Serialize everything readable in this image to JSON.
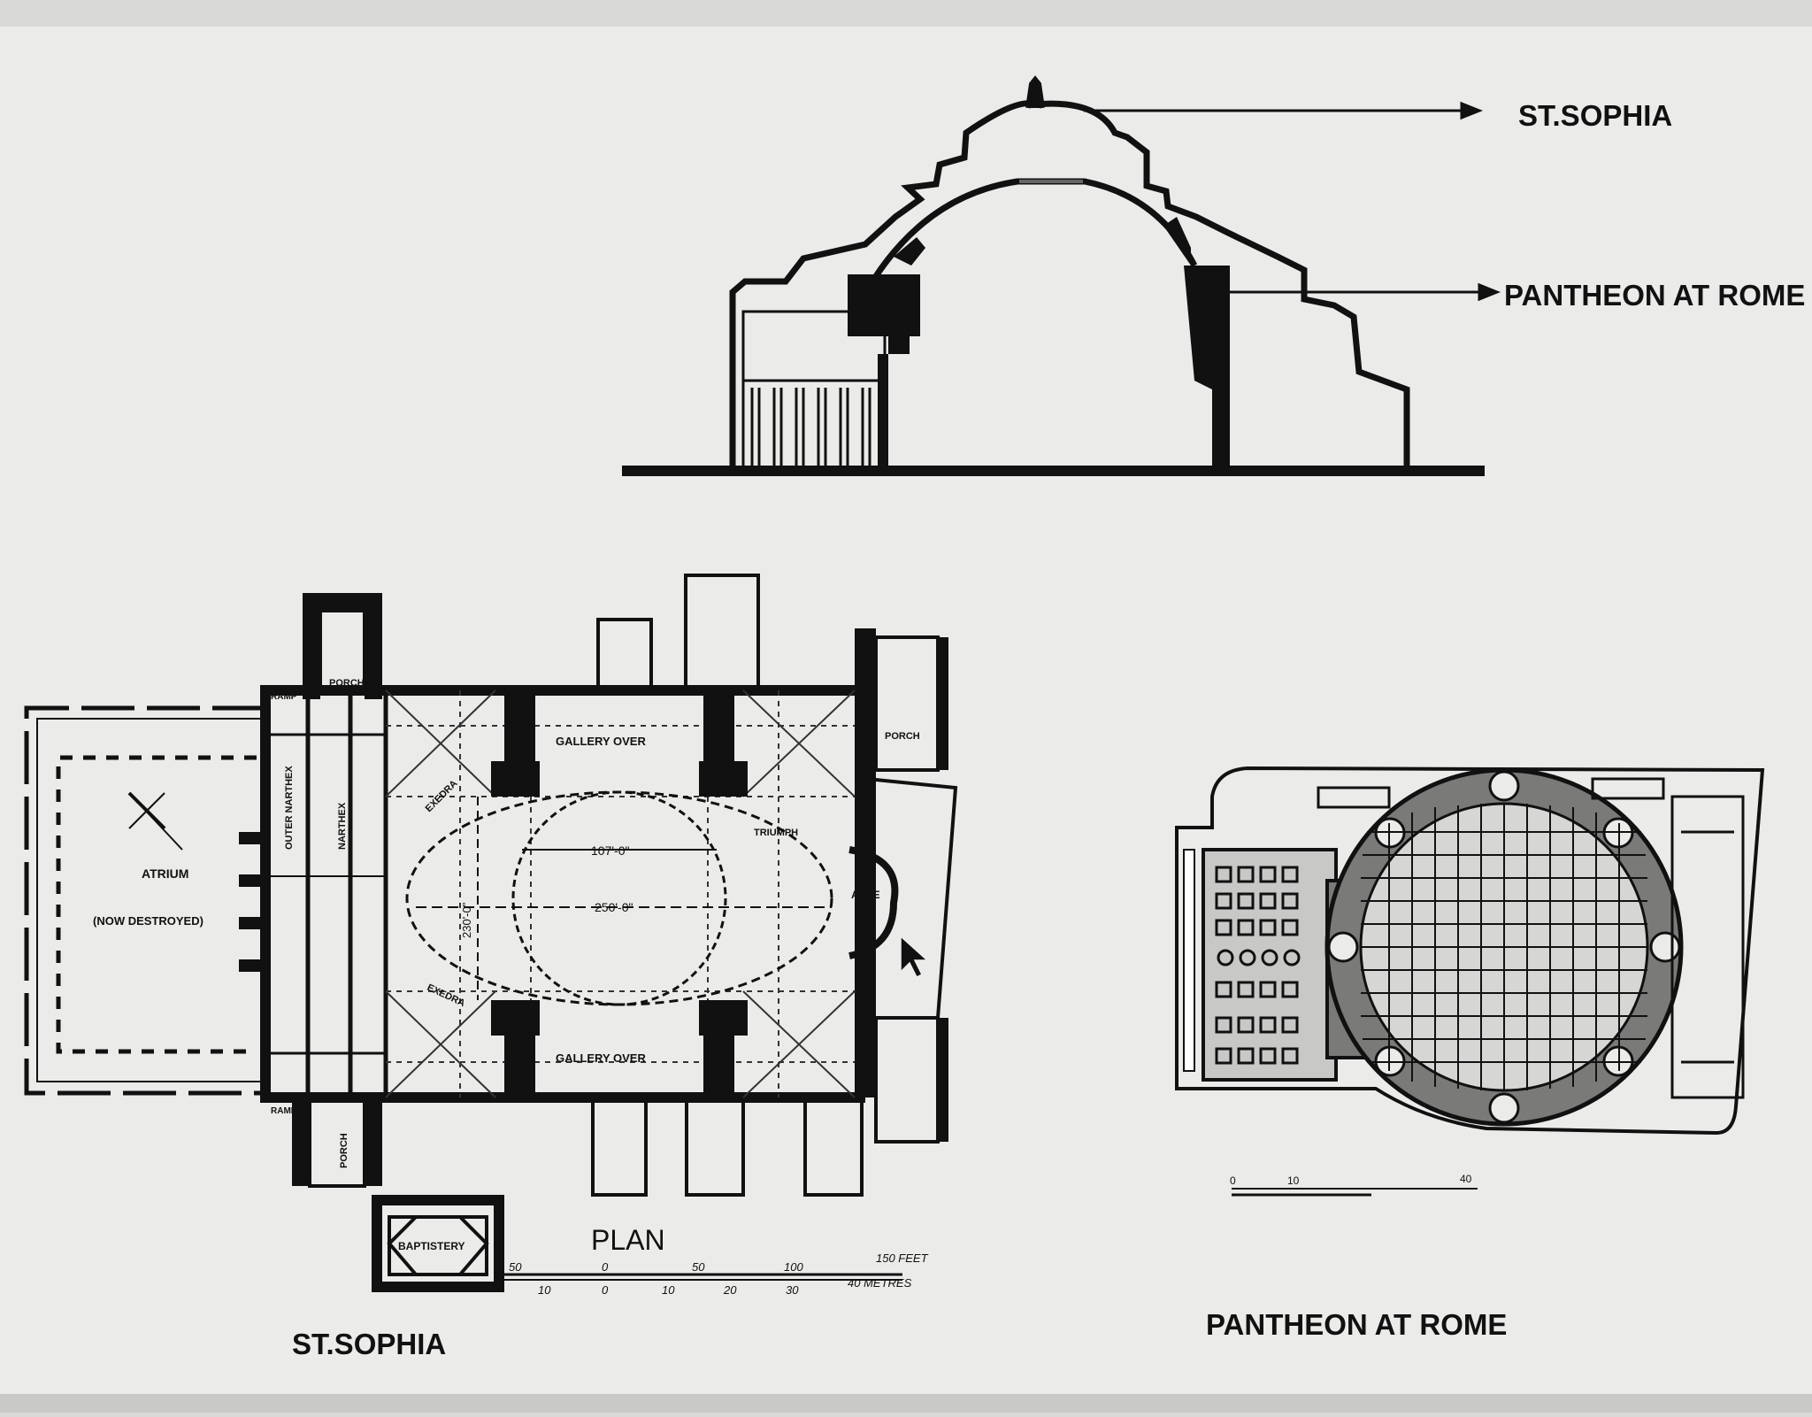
{
  "section_labels": {
    "st_sophia": "ST.SOPHIA",
    "pantheon": "PANTHEON AT ROME"
  },
  "captions": {
    "st_sophia": "ST.SOPHIA",
    "pantheon": "PANTHEON AT ROME"
  },
  "plan_st_sophia": {
    "title": "PLAN",
    "atrium": "ATRIUM",
    "atrium_note": "(NOW DESTROYED)",
    "dome_width": "107'-0\"",
    "length": "250'-0\"",
    "cross_dim": "230'-0\"",
    "gallery": "GALLERY OVER",
    "exedra": "EXEDRA",
    "narthex": "NARTHEX",
    "outer_narthex": "OUTER NARTHEX",
    "porch": "PORCH",
    "ramp": "RAMP",
    "baptistery": "BAPTISTERY",
    "apse": "APSE",
    "triumph": "TRIUMPH",
    "scale_feet": [
      "50",
      "0",
      "50",
      "100",
      "150 FEET"
    ],
    "scale_metres": [
      "10",
      "0",
      "10",
      "20",
      "30",
      "40 METRES"
    ]
  },
  "plan_pantheon": {
    "scale": [
      "0",
      "10",
      "40"
    ]
  },
  "colors": {
    "background": "#d9d9d7",
    "paper": "#ebebe9",
    "ink": "#111111",
    "wash": "#7a7a78"
  }
}
